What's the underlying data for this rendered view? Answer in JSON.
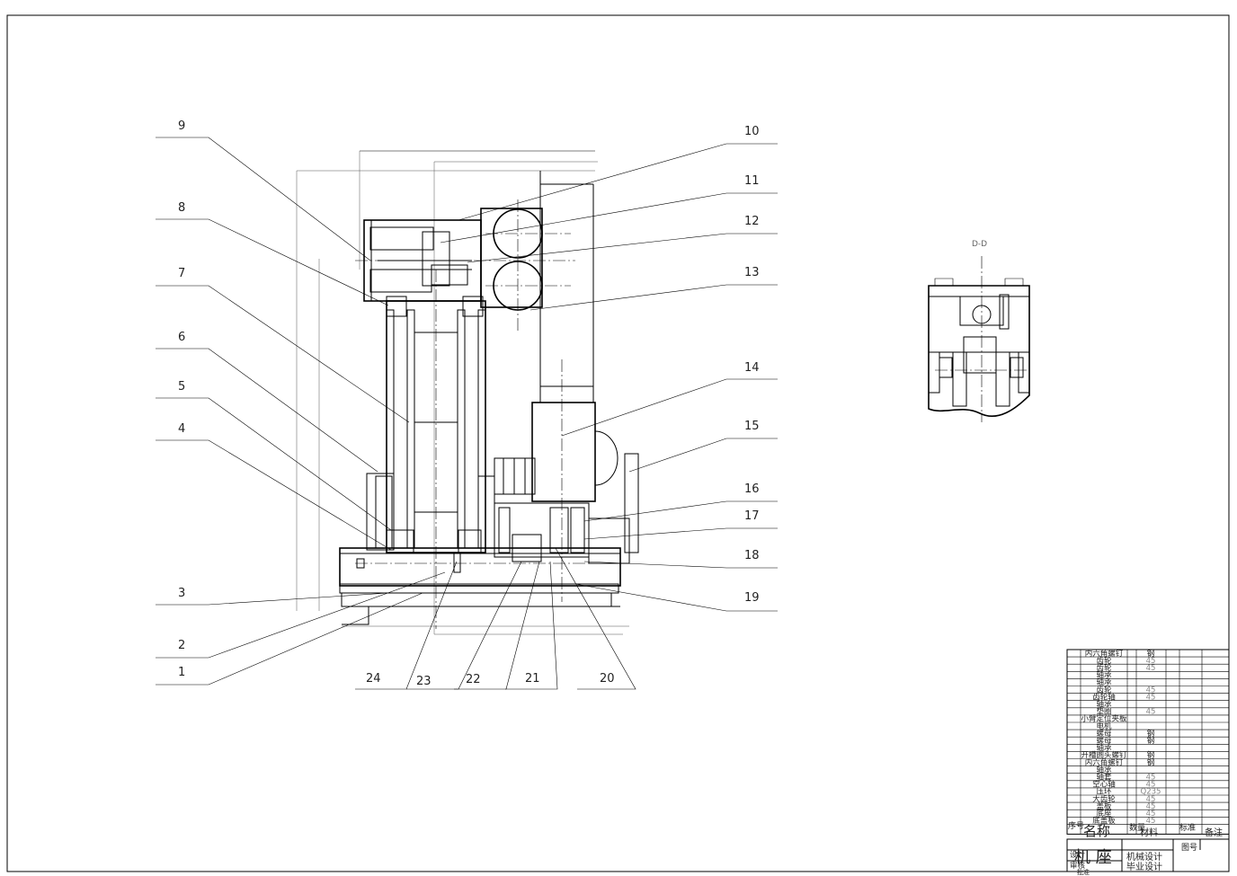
{
  "view_label": "D-D",
  "callouts": [
    "9",
    "8",
    "7",
    "6",
    "5",
    "4",
    "3",
    "2",
    "1",
    "10",
    "11",
    "12",
    "13",
    "14",
    "15",
    "16",
    "17",
    "18",
    "19",
    "24",
    "23",
    "22",
    "21",
    "20"
  ],
  "bom": {
    "rows": [
      {
        "name": "内六角螺钉",
        "mat": "钢"
      },
      {
        "name": "齿轮",
        "mat": "45"
      },
      {
        "name": "齿轮",
        "mat": "45"
      },
      {
        "name": "轴承",
        "mat": ""
      },
      {
        "name": "轴承",
        "mat": ""
      },
      {
        "name": "齿轮",
        "mat": "45"
      },
      {
        "name": "齿轮轴",
        "mat": "45"
      },
      {
        "name": "轴承",
        "mat": ""
      },
      {
        "name": "垫圈",
        "mat": "45"
      },
      {
        "name": "小臂定位夹板",
        "mat": ""
      },
      {
        "name": "电机",
        "mat": ""
      },
      {
        "name": "螺母",
        "mat": "钢"
      },
      {
        "name": "螺母",
        "mat": "钢"
      },
      {
        "name": "轴承",
        "mat": ""
      },
      {
        "name": "开槽圆头螺钉",
        "mat": "钢"
      },
      {
        "name": "内六角螺钉",
        "mat": "钢"
      },
      {
        "name": "轴承",
        "mat": ""
      },
      {
        "name": "轴套",
        "mat": "45"
      },
      {
        "name": "空心轴",
        "mat": "45"
      },
      {
        "name": "压环",
        "mat": "Q235"
      },
      {
        "name": "大齿轮",
        "mat": "45"
      },
      {
        "name": "盖板",
        "mat": "45"
      },
      {
        "name": "底座",
        "mat": "45"
      },
      {
        "name": "底盖板",
        "mat": "45"
      }
    ],
    "header": {
      "seq": "序号",
      "name": "名称",
      "qty": "数量",
      "mat": "材料",
      "std": "标准",
      "remark": "备注"
    },
    "title": "机  座",
    "roles": [
      "设计",
      "审核",
      "批准"
    ],
    "org_line1": "机械设计",
    "org_line2": "毕业设计",
    "mark_label": "图号"
  }
}
